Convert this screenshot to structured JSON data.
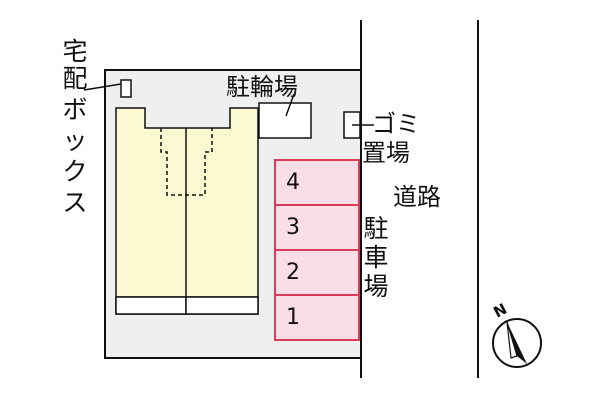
{
  "labels": {
    "delivery_box": [
      "宅",
      "配",
      "ボ",
      "ッ",
      "ク",
      "ス"
    ],
    "bicycle_parking": "駐輪場",
    "garbage_area": [
      "ゴミ",
      "置場"
    ],
    "road": "道路",
    "parking": [
      "駐",
      "車",
      "場"
    ]
  },
  "parking_slots": [
    "4",
    "3",
    "2",
    "1"
  ],
  "compass": {
    "north_label": "N"
  },
  "colors": {
    "site_fill": "#efefef",
    "building_fill": "#fbf9d2",
    "parking_fill": "#fbdde6",
    "parking_border": "#d93b5b",
    "line": "#111111"
  }
}
